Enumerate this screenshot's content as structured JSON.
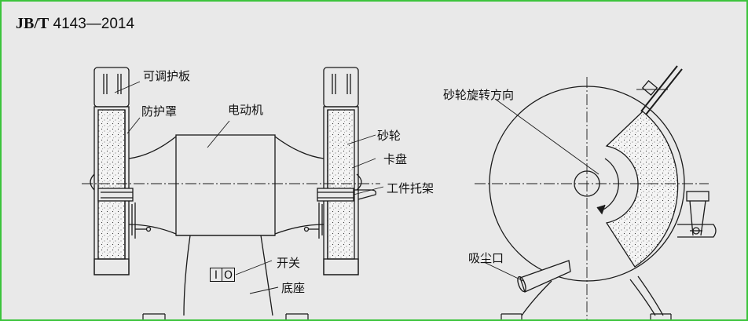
{
  "header": {
    "code_bold": "JB/T",
    "code_rest": " 4143—2014"
  },
  "labels": {
    "adjustable_guard": "可调护板",
    "guard_cover": "防护罩",
    "motor": "电动机",
    "grinding_wheel": "砂轮",
    "chuck": "卡盘",
    "work_rest": "工件托架",
    "switch": "开关",
    "base": "底座",
    "rotation_direction": "砂轮旋转方向",
    "dust_outlet": "吸尘口"
  },
  "switch_symbols": {
    "on": "I",
    "off": "O"
  },
  "colors": {
    "background": "#e9e9e9",
    "frame_border": "#3cc43c",
    "line": "#1a1a1a"
  }
}
